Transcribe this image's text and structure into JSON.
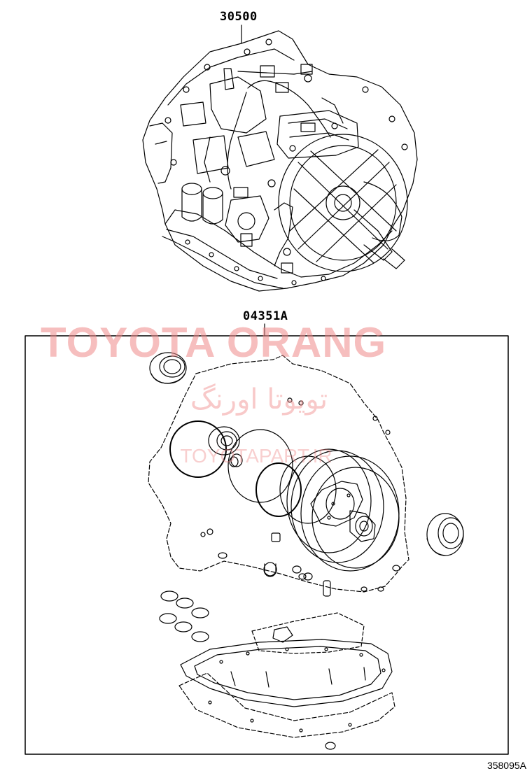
{
  "parts": [
    {
      "number": "30500"
    },
    {
      "number": "04351A"
    }
  ],
  "watermark": {
    "brand": "TOYOTA ORANG",
    "brand_persian": "تویوتا اورنگ",
    "site": "TOYOTAPART.IR"
  },
  "diagram_code": "358095A",
  "colors": {
    "line": "#000000",
    "watermark": "#f08a8a",
    "background": "#ffffff"
  }
}
